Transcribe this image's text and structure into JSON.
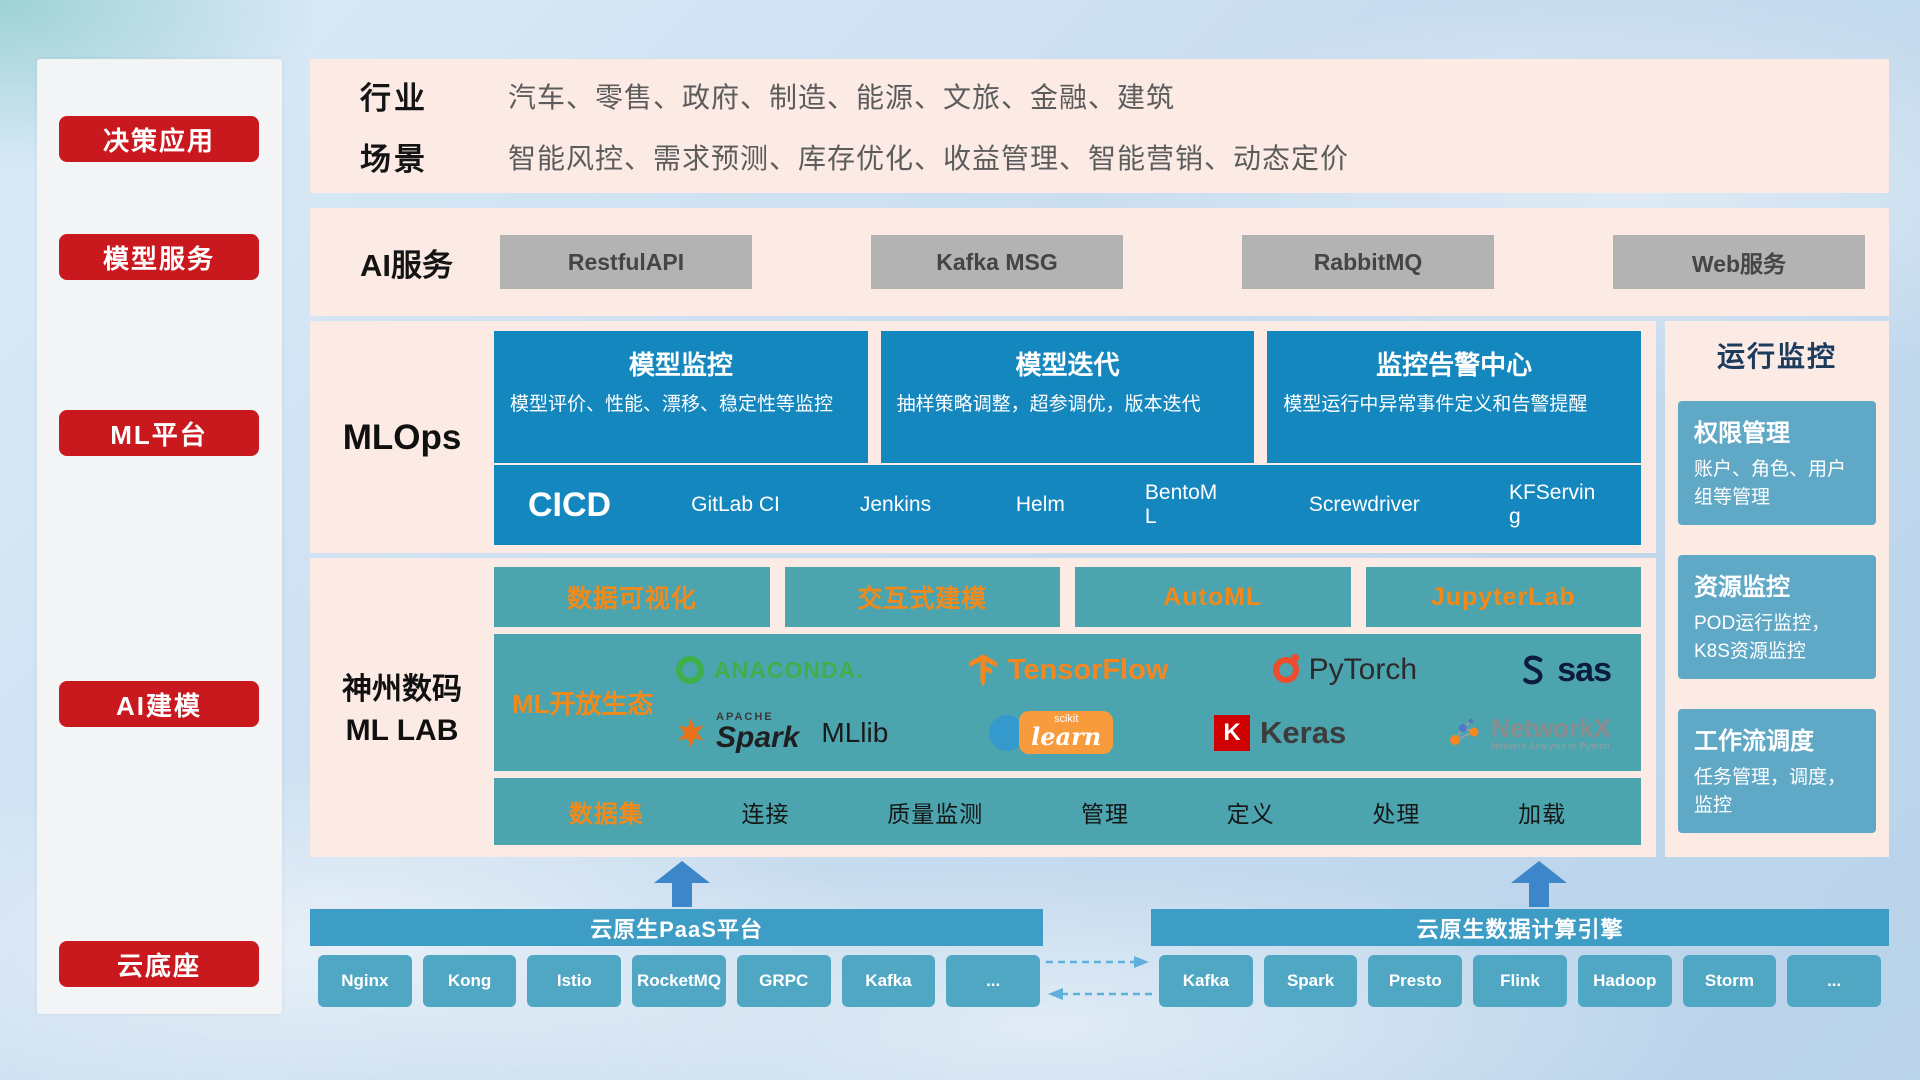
{
  "sidebar": {
    "items": [
      "决策应用",
      "模型服务",
      "ML平台",
      "AI建模",
      "云底座"
    ]
  },
  "industry": {
    "rows": [
      {
        "label": "行业",
        "value": "汽车、零售、政府、制造、能源、文旅、金融、建筑"
      },
      {
        "label": "场景",
        "value": "智能风控、需求预测、库存优化、收益管理、智能营销、动态定价"
      }
    ]
  },
  "ai_service": {
    "label": "AI服务",
    "buttons": [
      "RestfulAPI",
      "Kafka MSG",
      "RabbitMQ",
      "Web服务"
    ]
  },
  "mlops": {
    "label": "MLOps",
    "cards": [
      {
        "title": "模型监控",
        "desc": "模型评价、性能、漂移、稳定性等监控"
      },
      {
        "title": "模型迭代",
        "desc": "抽样策略调整，超参调优，版本迭代"
      },
      {
        "title": "监控告警中心",
        "desc": "模型运行中异常事件定义和告警提醒"
      }
    ],
    "cicd_title": "CICD",
    "cicd_items": [
      "GitLab CI",
      "Jenkins",
      "Helm",
      "BentoML",
      "Screwdriver",
      "KFServing"
    ]
  },
  "mllab": {
    "label_line1": "神州数码",
    "label_line2": "ML LAB",
    "tools": [
      "数据可视化",
      "交互式建模",
      "AutoML",
      "JupyterLab"
    ],
    "eco_label": "ML开放生态",
    "logos": {
      "anaconda": "ANACONDA.",
      "tensorflow": "TensorFlow",
      "pytorch": "PyTorch",
      "sas": "sas",
      "spark_top": "APACHE",
      "spark": "Spark",
      "mllib": "MLlib",
      "scikit_top": "scikit",
      "scikit": "learn",
      "keras_letter": "K",
      "keras": "Keras",
      "networkx": "NetworkX",
      "networkx_sub": "Network Analysis in Python"
    },
    "data_row": {
      "first": "数据集",
      "items": [
        "连接",
        "质量监测",
        "管理",
        "定义",
        "处理",
        "加载"
      ]
    }
  },
  "monitor": {
    "title": "运行监控",
    "cards": [
      {
        "title": "权限管理",
        "desc": "账户、角色、用户组等管理"
      },
      {
        "title": "资源监控",
        "desc": "POD运行监控，K8S资源监控"
      },
      {
        "title": "工作流调度",
        "desc": "任务管理，调度，监控"
      }
    ]
  },
  "bottom": {
    "paas_title": "云原生PaaS平台",
    "paas_items": [
      "Nginx",
      "Kong",
      "Istio",
      "RocketMQ",
      "GRPC",
      "Kafka",
      "..."
    ],
    "engine_title": "云原生数据计算引擎",
    "engine_items": [
      "Kafka",
      "Spark",
      "Presto",
      "Flink",
      "Hadoop",
      "Storm",
      "..."
    ]
  },
  "colors": {
    "accent_red": "#c9191e",
    "panel_pink": "#fcebe5",
    "deep_blue": "#1487bf",
    "teal": "#4ba4ae",
    "monitor_card_blue": "#5fa9c6",
    "bottom_bar_blue": "#3e9dc4",
    "orange": "#f18a1b",
    "gray_button": "#b3b3b3"
  }
}
